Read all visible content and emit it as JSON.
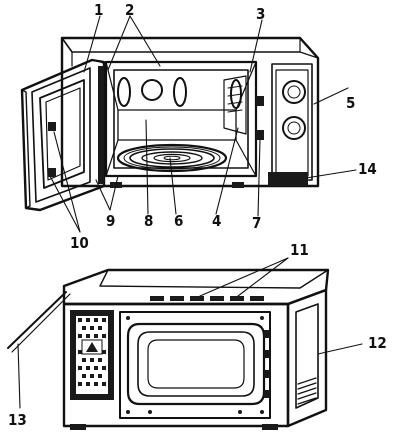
{
  "labels": {
    "l1": "1",
    "l2": "2",
    "l3": "3",
    "l4": "4",
    "l5": "5",
    "l6": "6",
    "l7": "7",
    "l8": "8",
    "l9": "9",
    "l10": "10",
    "l11": "11",
    "l12": "12",
    "l13": "13",
    "l14": "14"
  },
  "colors": {
    "line": "#111111",
    "background": "#ffffff",
    "fill_dark": "#1a1a1a"
  }
}
